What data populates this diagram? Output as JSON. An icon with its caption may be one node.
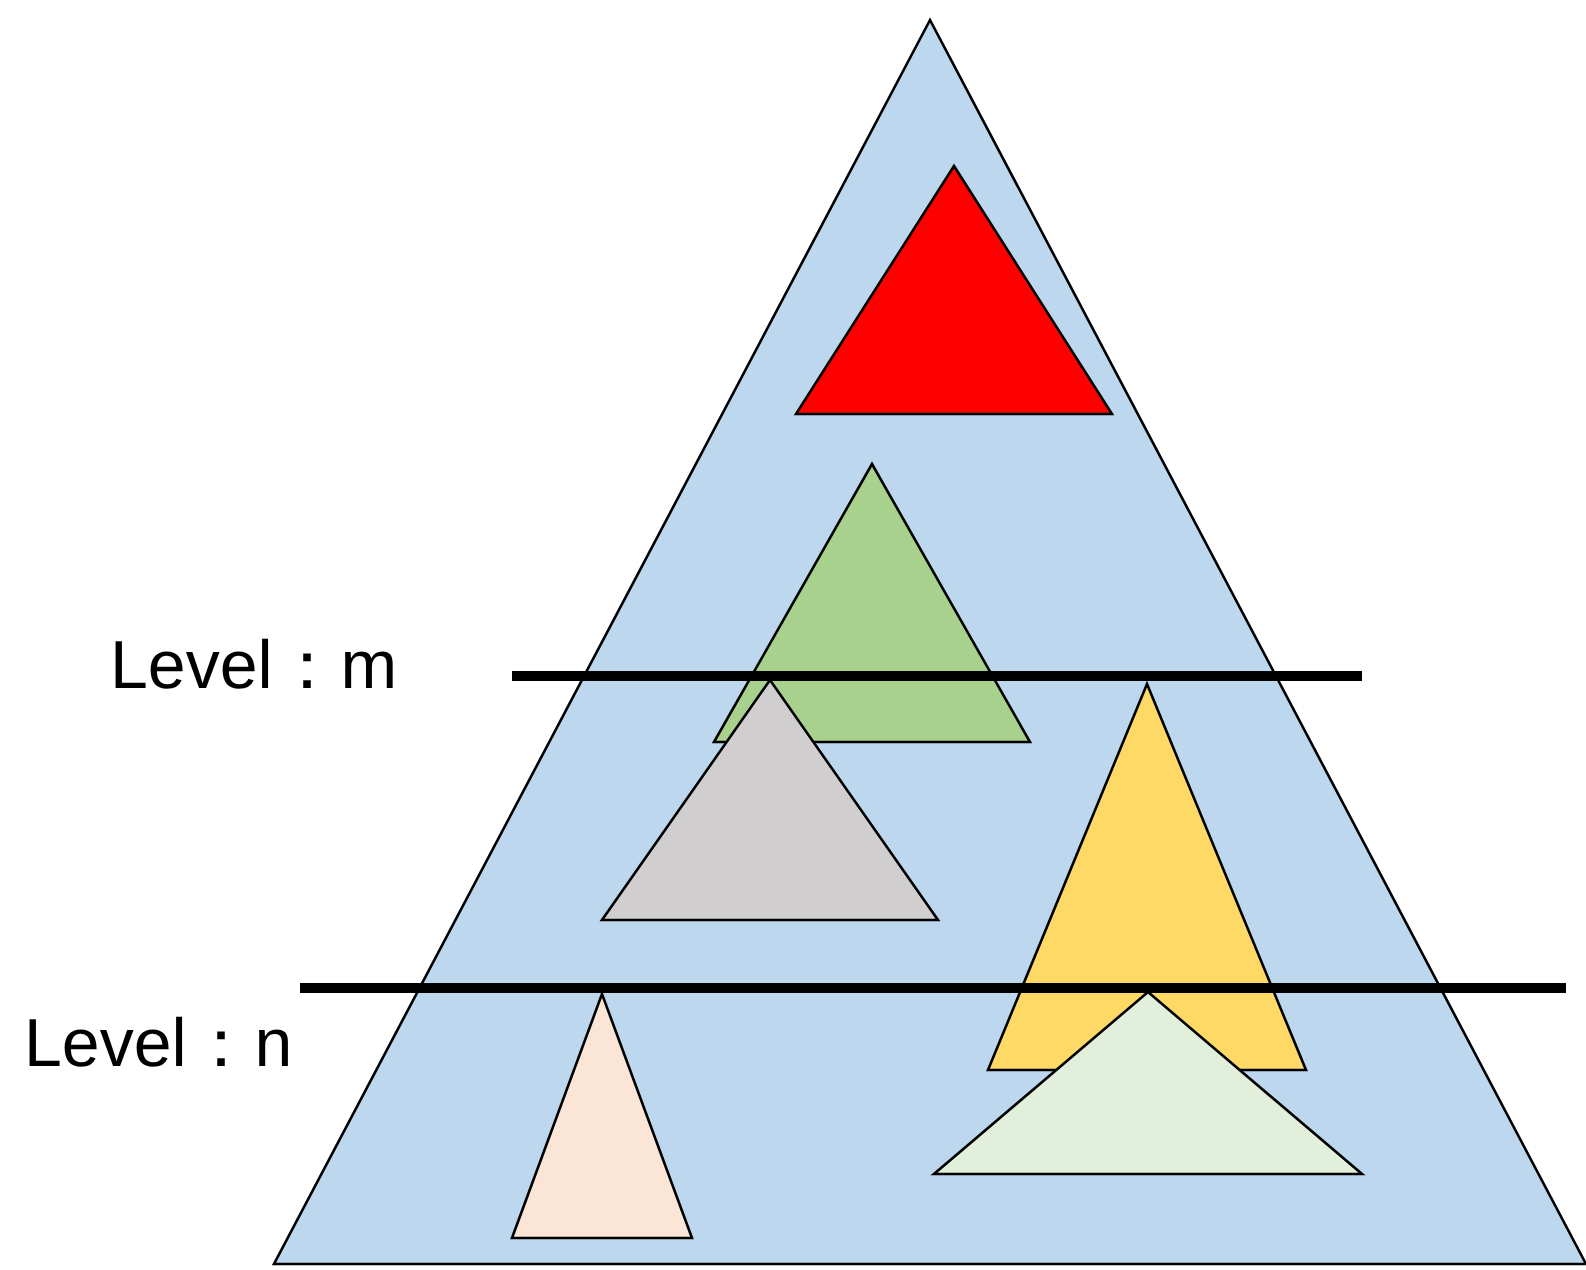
{
  "diagram": {
    "nodes": [
      {
        "text": [],
        "shape": "triangle"
      },
      {
        "text": [],
        "shape": "triangle",
        "in": 0
      },
      {
        "text": [],
        "shape": "triangle",
        "in": 0
      },
      {
        "text": [],
        "shape": "triangle",
        "in": 0
      },
      {
        "text": [],
        "shape": "triangle",
        "in": 0
      },
      {
        "text": [],
        "shape": "triangle",
        "in": 0
      },
      {
        "text": [],
        "shape": "triangle",
        "in": 0
      }
    ],
    "labels": [
      "Level：m",
      "Level：n"
    ]
  }
}
